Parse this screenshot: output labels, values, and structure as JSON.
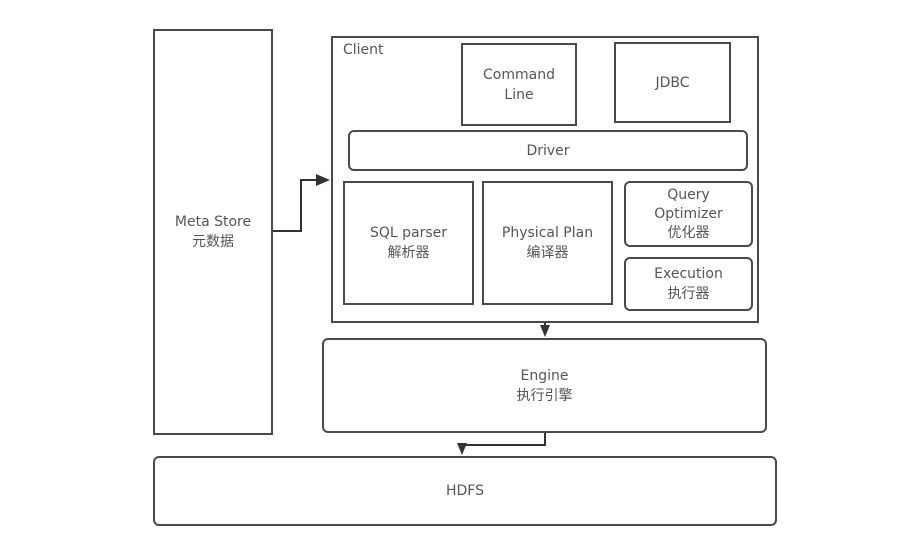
{
  "diagram": {
    "meta_store": {
      "title": "Meta Store",
      "subtitle": "元数据"
    },
    "client": {
      "label": "Client",
      "command_line": {
        "line1": "Command",
        "line2": "Line"
      },
      "jdbc": {
        "title": "JDBC"
      },
      "driver": {
        "title": "Driver"
      },
      "sql_parser": {
        "title": "SQL parser",
        "subtitle": "解析器"
      },
      "physical_plan": {
        "title": "Physical Plan",
        "subtitle": "编译器"
      },
      "query_optimizer": {
        "line1": "Query",
        "line2": "Optimizer",
        "subtitle": "优化器"
      },
      "execution": {
        "title": "Execution",
        "subtitle": "执行器"
      }
    },
    "engine": {
      "title": "Engine",
      "subtitle": "执行引擎"
    },
    "hdfs": {
      "title": "HDFS"
    },
    "edges": [
      {
        "from": "meta_store",
        "to": "client",
        "style": "elbow-arrow"
      },
      {
        "from": "client",
        "to": "engine",
        "style": "arrow"
      },
      {
        "from": "engine",
        "to": "hdfs",
        "style": "elbow-arrow"
      }
    ]
  }
}
